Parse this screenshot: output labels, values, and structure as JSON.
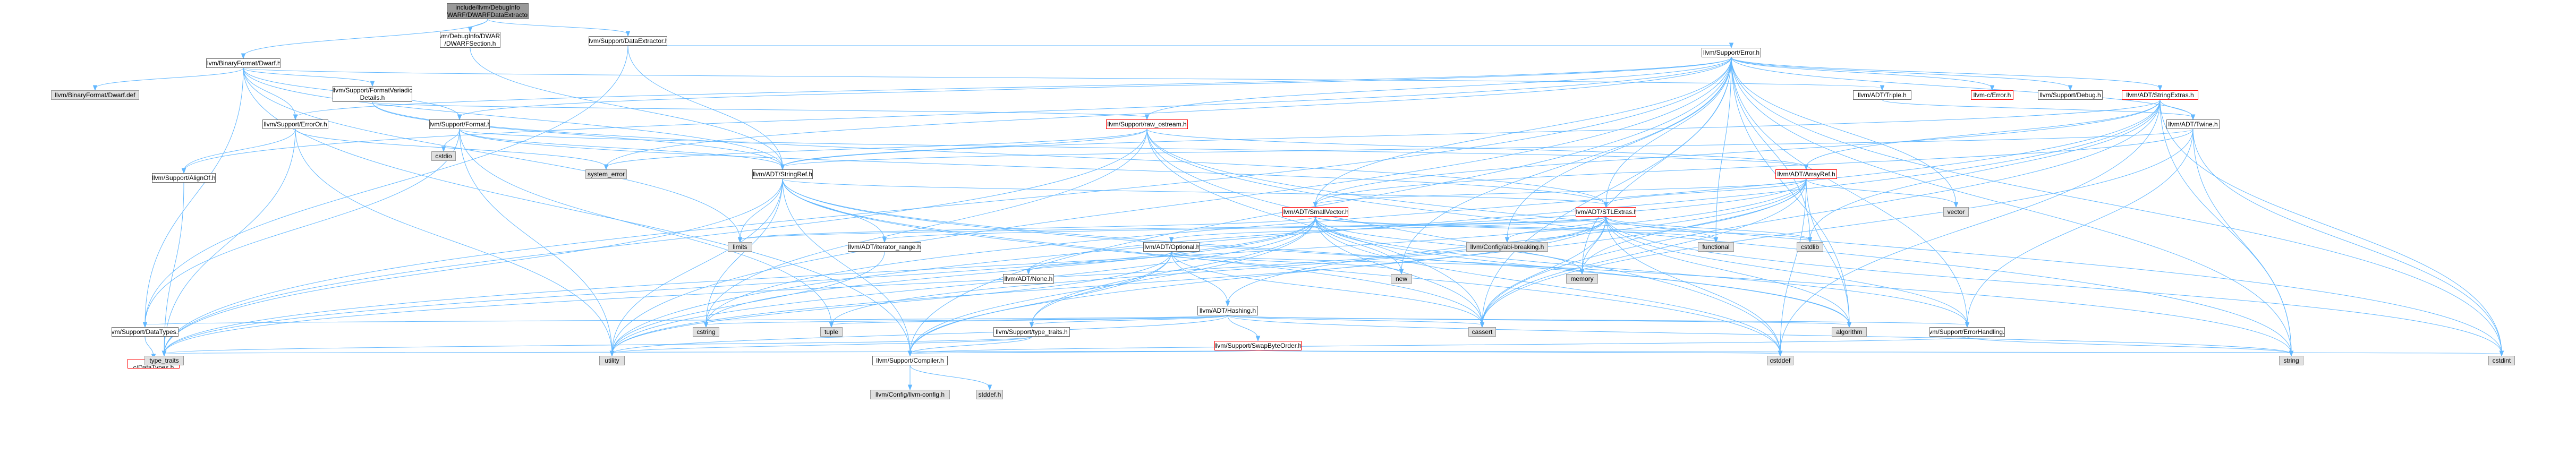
{
  "colors": {
    "edge": "#63b8ff",
    "root_fill": "#999999",
    "system_fill": "#e0e0e0",
    "incomplete_border": "#ff0000"
  },
  "nodes": {
    "root": "include/llvm/DebugInfo\n/DWARF/DWARFDataExtractor.h",
    "dwarf_section": "llvm/DebugInfo/DWARF\n/DWARFSection.h",
    "data_extractor": "llvm/Support/DataExtractor.h",
    "binaryformat_dwarf": "llvm/BinaryFormat/Dwarf.h",
    "support_error": "llvm/Support/Error.h",
    "dwarf_def": "llvm/BinaryFormat/Dwarf.def",
    "format_variadic_details": "llvm/Support/FormatVariadic\nDetails.h",
    "support_erroror": "llvm/Support/ErrorOr.h",
    "support_format": "llvm/Support/Format.h",
    "raw_ostream": "llvm/Support/raw_ostream.h",
    "adt_triple": "llvm/ADT/Triple.h",
    "c_error": "llvm-c/Error.h",
    "support_debug": "llvm/Support/Debug.h",
    "string_extras": "llvm/ADT/StringExtras.h",
    "adt_twine": "llvm/ADT/Twine.h",
    "cstdio": "cstdio",
    "system_error": "system_error",
    "string_ref": "llvm/ADT/StringRef.h",
    "array_ref": "llvm/ADT/ArrayRef.h",
    "align_of": "llvm/Support/AlignOf.h",
    "small_vector": "llvm/ADT/SmallVector.h",
    "stl_extras": "llvm/ADT/STLExtras.h",
    "vector": "vector",
    "limits": "limits",
    "iterator_range": "llvm/ADT/iterator_range.h",
    "adt_optional": "llvm/ADT/Optional.h",
    "abi_breaking": "llvm/Config/abi-breaking.h",
    "functional": "functional",
    "cstdlib": "cstdlib",
    "new": "new",
    "memory": "memory",
    "adt_none": "llvm/ADT/None.h",
    "adt_hashing": "llvm/ADT/Hashing.h",
    "tuple": "tuple",
    "cstring": "cstring",
    "type_traits_h": "llvm/Support/type_traits.h",
    "swap_byte_order": "llvm/Support/SwapByteOrder.h",
    "cassert": "cassert",
    "algorithm": "algorithm",
    "error_handling": "llvm/Support/ErrorHandling.h",
    "data_types": "llvm/Support/DataTypes.h",
    "c_data_types": "llvm-c/DataTypes.h",
    "type_traits": "type_traits",
    "utility": "utility",
    "compiler": "llvm/Support/Compiler.h",
    "cstddef": "cstddef",
    "string": "string",
    "cstdint": "cstdint",
    "llvm_config": "llvm/Config/llvm-config.h",
    "stddef": "stddef.h"
  }
}
